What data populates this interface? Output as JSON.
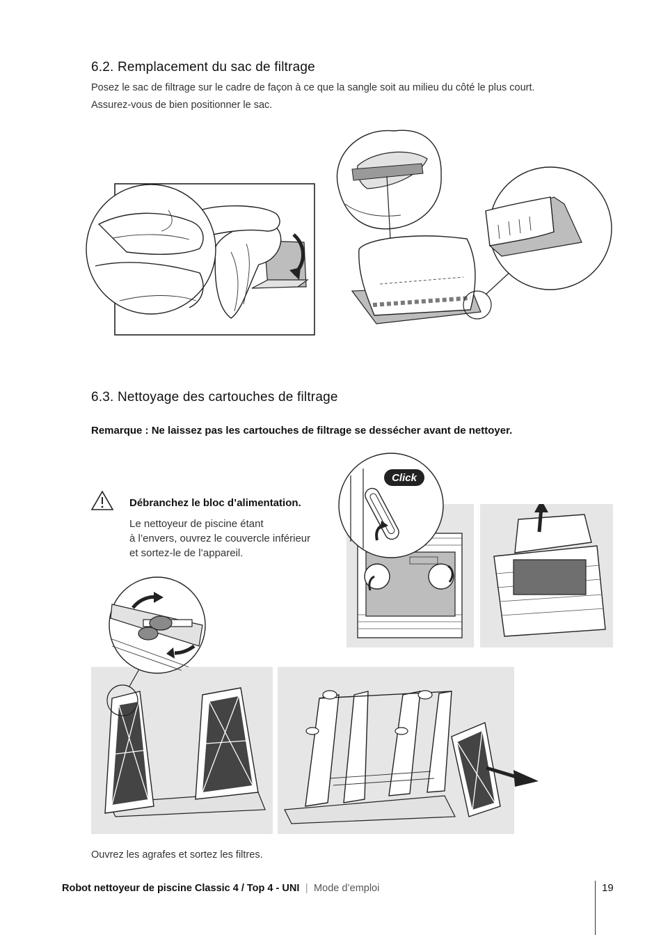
{
  "section_62": {
    "title": "6.2.  Remplacement du sac de filtrage",
    "line1": "Posez le sac de filtrage sur le cadre de façon à ce que la sangle soit au milieu du côté le plus court.",
    "line2": "Assurez-vous de bien positionner le sac."
  },
  "section_63": {
    "title": "6.3.  Nettoyage des cartouches de filtrage",
    "note": "Remarque : Ne laissez pas les cartouches de filtrage se dessécher avant de nettoyer."
  },
  "warning": {
    "title": "Débranchez le bloc d’alimentation.",
    "line1": "Le nettoyeur de piscine étant",
    "line2": "à l’envers, ouvrez le couvercle inférieur",
    "line3": "et sortez-le de l’appareil."
  },
  "click_label": "Click",
  "caption": "Ouvrez les agrafes et sortez les filtres.",
  "footer": {
    "product": "Robot nettoyeur de piscine Classic 4 / Top 4 - UNI",
    "separator": "|",
    "manual": "Mode d’emploi",
    "page_number": "19"
  },
  "icons": [
    "warning-triangle-icon",
    "rotate-arrow-icon",
    "pull-out-arrow-icon",
    "lift-arrow-icon"
  ]
}
